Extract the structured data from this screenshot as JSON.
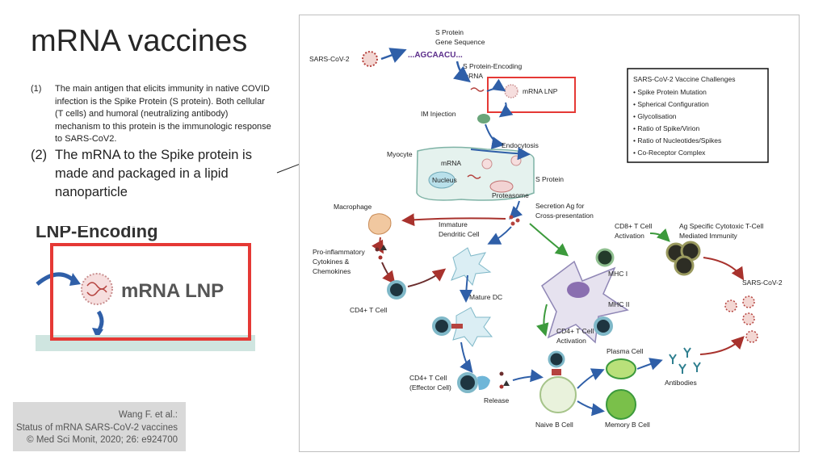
{
  "slide": {
    "title": "mRNA vaccines",
    "point1_num": "(1)",
    "point1_text": "The main antigen that elicits immunity in native COVID infection is the Spike Protein (S protein). Both cellular (T cells) and humoral (neutralizing antibody) mechanism to this protein is the immunologic response to SARS-CoV2.",
    "point2_num": "(2)",
    "point2_text": "The mRNA to the Spike protein is made and packaged in a lipid nanoparticle"
  },
  "zoom_inset": {
    "partial_label": "LNP-Encoding",
    "label": "mRNA LNP",
    "highlight_color": "#e53935"
  },
  "citation": {
    "line1": "Wang F. et al.:",
    "line2": "Status of mRNA SARS-CoV-2 vaccines",
    "line3": "© Med Sci Monit, 2020; 26: e924700"
  },
  "diagram": {
    "s_protein_gene": [
      "S Protein",
      "Gene Sequence"
    ],
    "sars_cov_2": "SARS-CoV-2",
    "sequence": "...AGCAACU...",
    "s_protein_encoding": [
      "S Protein-Encoding",
      "mRNA"
    ],
    "mrna_lnp": "mRNA LNP",
    "im_injection": "IM Injection",
    "endocytosis": "Endocytosis",
    "myocyte": "Myocyte",
    "mrna": "mRNA",
    "nucleus": "Nucleus",
    "s_protein": "S Protein",
    "proteasome": "Proteasome",
    "macrophage": "Macrophage",
    "secretion": [
      "Secretion Ag for",
      "Cross-presentation"
    ],
    "immature_dc": [
      "Immature",
      "Dendritic Cell"
    ],
    "cd8_activation": [
      "CD8+ T Cell",
      "Activation"
    ],
    "cytotoxic": [
      "Ag Specific Cytotoxic T-Cell",
      "Mediated Immunity"
    ],
    "pro_inflammatory": [
      "Pro-inflammatory",
      "Cytokines &",
      "Chemokines"
    ],
    "mhc1": "MHC I",
    "mhc2": "MHC II",
    "sars_cov_2_right": "SARS-CoV-2",
    "cd4_t_cell": "CD4+ T Cell",
    "mature_dc": "Mature DC",
    "cd4_activation": [
      "CD4+ T Cell",
      "Activation"
    ],
    "plasma_cell": "Plasma Cell",
    "antibodies": "Antibodies",
    "cd4_effector": [
      "CD4+ T Cell",
      "(Effector Cell)"
    ],
    "release": "Release",
    "naive_b": "Naive B Cell",
    "memory_b": "Memory B Cell",
    "challenges_title": "SARS-CoV-2 Vaccine Challenges",
    "challenges": [
      "• Spike Protein Mutation",
      "• Spherical Configuration",
      "• Glycolisation",
      "• Ratio of Spike/Virion",
      "• Ratio of Nucleotides/Spikes",
      "• Co-Receptor Complex"
    ]
  },
  "colors": {
    "arrow_blue": "#2f5fa8",
    "arrow_green": "#3c9a3c",
    "arrow_red": "#a8322d",
    "virus": "#b5433f",
    "highlight_red": "#e53935"
  }
}
